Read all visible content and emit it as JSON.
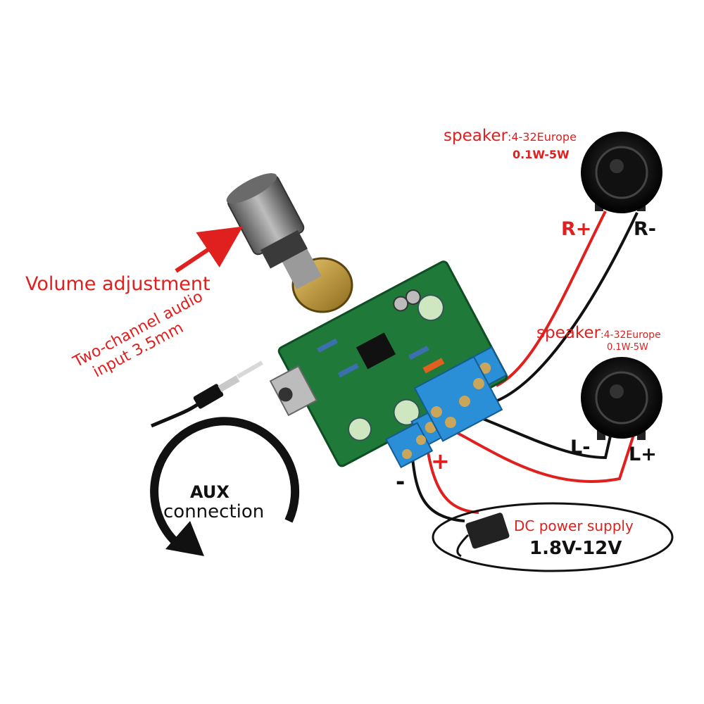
{
  "labels": {
    "speaker_right_title": "speaker",
    "speaker_right_spec": ":4-32Europe",
    "speaker_right_power": "0.1W-5W",
    "speaker_left_title": "speaker",
    "speaker_left_spec": ":4-32Europe",
    "speaker_left_power": "0.1W-5W",
    "r_plus": "R+",
    "r_minus": "R-",
    "l_minus": "L-",
    "l_plus": "L+",
    "volume": "Volume adjustment",
    "audio_input_line1": "Two-channel audio",
    "audio_input_line2": "input 3.5mm",
    "aux_line1": "AUX",
    "aux_line2": "connection",
    "power_minus": "-",
    "power_plus": "+",
    "dc_title": "DC power supply",
    "dc_range": "1.8V-12V"
  },
  "colors": {
    "label_red": "#e0201e",
    "wire_red": "#e0201e",
    "wire_black": "#111111",
    "pcb_green": "#1f7a3a",
    "terminal_blue": "#2a8fd6"
  }
}
